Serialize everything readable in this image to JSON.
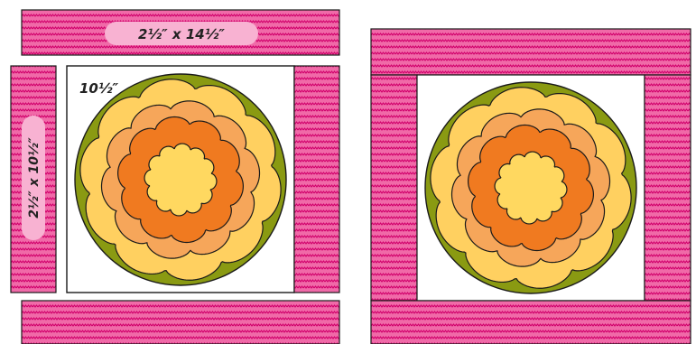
{
  "labels": {
    "top_strip": "2½″ x 14½″",
    "side_strip": "2½″ x 10½″",
    "center_block": "10½″"
  },
  "colors": {
    "stripe_bg": "#f06aa8",
    "stripe_zigzag": "#d1006b",
    "label_pill": "#f8b2d2",
    "green": "#8a9a12",
    "yellow": "#ffd060",
    "peach": "#f6a65a",
    "orange": "#f07a20",
    "center_light": "#ffd860",
    "outline": "#1a1a1a"
  }
}
